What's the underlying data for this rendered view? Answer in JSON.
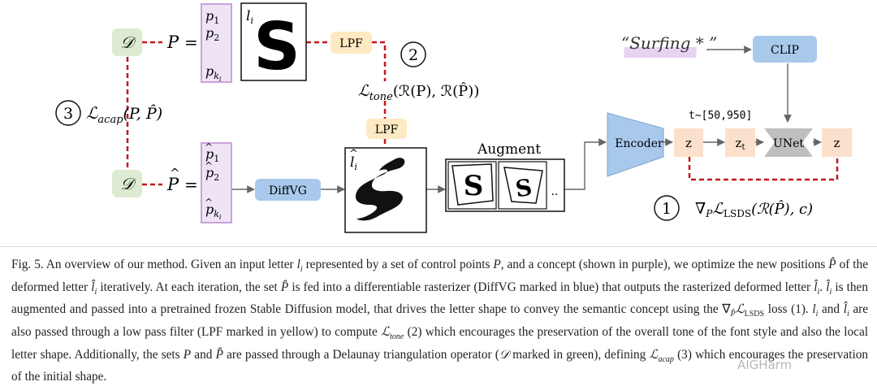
{
  "figure": {
    "p_items": [
      "p",
      "p",
      "p"
    ],
    "p_subs": [
      "1",
      "2",
      "k"
    ],
    "phat_subs": [
      "1",
      "2",
      "k"
    ],
    "D_symbol": "𝒟",
    "P_symbol": "P",
    "equals": "=",
    "letter_glyph": "S",
    "li_label": "l",
    "li_sub": "i",
    "lpf": "LPF",
    "num1": "1",
    "num2": "2",
    "num3": "3",
    "tone_loss": "ℒ",
    "tone_sub": "tone",
    "tone_args": "(ℛ(P), ℛ(P̂))",
    "acap_loss": "ℒ",
    "acap_sub": "acap",
    "acap_args": "(P, P̂)",
    "diffvg": "DiffVG",
    "augment": "Augment",
    "ellipsis": "..",
    "prompt": "“Surfing * ”",
    "clip": "CLIP",
    "encoder": "Encoder",
    "timestep": "t~[50,950]",
    "z": "z",
    "zt": "z",
    "zt_sub": "t",
    "unet": "UNet",
    "sds_grad": "∇",
    "sds_gsub": "P",
    "sds_loss": "ℒ",
    "sds_sub": "LSDS",
    "sds_args": "(ℛ(P̂), c)"
  },
  "caption": {
    "c1": "Fig. 5.  An overview of our method. Given an input letter ",
    "c2": " represented by a set of control points ",
    "c3": ", and a concept (shown in purple), we optimize the new positions ",
    "c4": " of the deformed letter ",
    "c5": " iteratively. At each iteration, the set ",
    "c6": " is fed into a differentiable rasterizer (DiffVG marked in blue) that outputs the rasterized deformed letter ",
    "c7": ". ",
    "c8": " is then augmented and passed into a pretrained frozen Stable Diffusion model, that drives the letter shape to convey the semantic concept using the ",
    "c9": " loss (1). ",
    "c10": " and ",
    "c11": " are also passed through a low pass filter (LPF marked in yellow) to compute ",
    "c12": " (2) which encourages the preservation of the overall tone of the font style and also the local letter shape. Additionally, the sets ",
    "c13": " and ",
    "c14": " are passed through a Delaunay triangulation operator (",
    "c15": " marked in green), defining ",
    "c16": " (3) which encourages the preservation of the initial shape.",
    "li": "l",
    "li_sub": "i",
    "lihat": "l̂",
    "P": "P",
    "Phat": "P̂",
    "nabla": "∇",
    "nabla_sub": "P̂",
    "L": "ℒ",
    "lsds_sub": "LSDS",
    "tone_sub": "tone",
    "acap_sub": "acap",
    "D": "𝒟"
  },
  "watermark": "AIGHarm",
  "colors": {
    "green_fill": "#dcebd2",
    "purple_border": "#c9a3dc",
    "purple_fill": "#efe4f6",
    "yellow_fill": "#fde9c2",
    "blue_fill": "#a9c9ec",
    "orange_fill": "#fbe0cb",
    "gray_fill": "#bfbfbf",
    "red_dash": "#c8141a"
  }
}
